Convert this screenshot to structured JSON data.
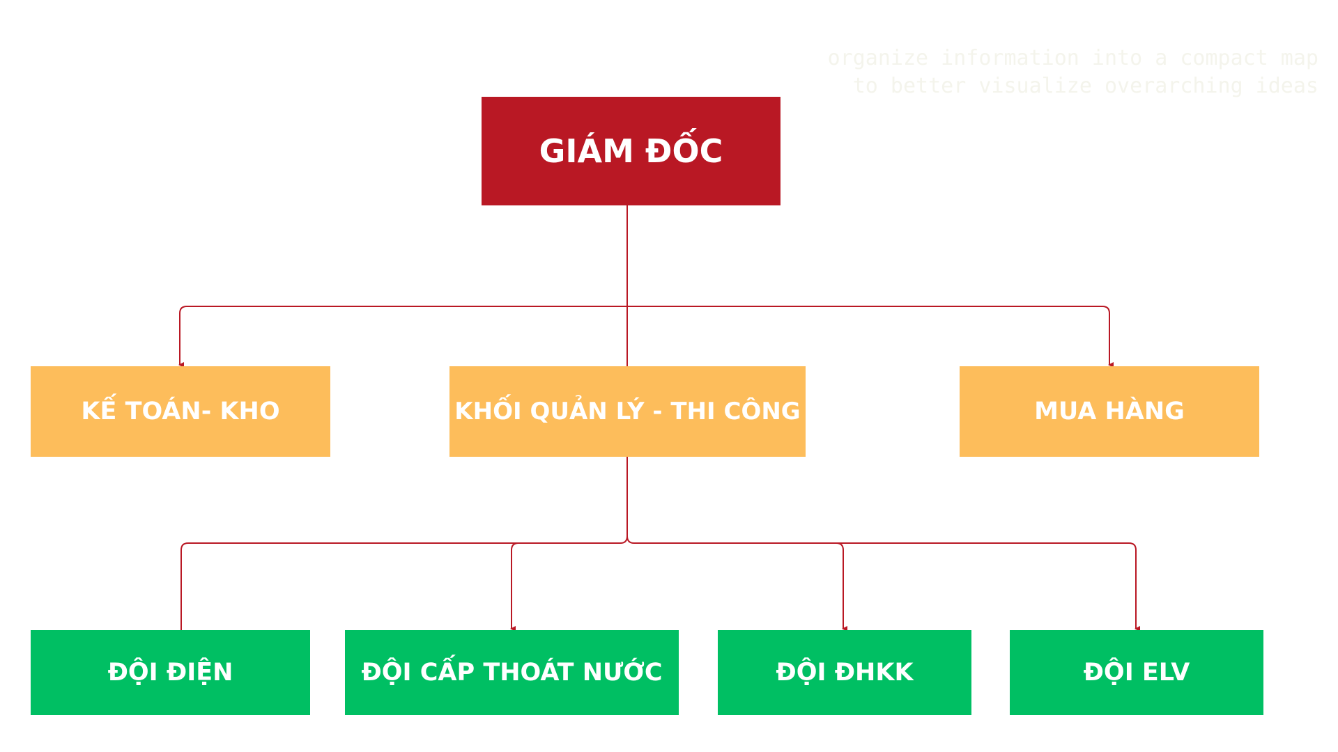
{
  "colors": {
    "director": "#b91824",
    "department": "#fdbd5b",
    "team": "#00bf63",
    "connector": "#b91824",
    "faint_text": "#f4f4ec"
  },
  "faint_note": {
    "line1": "organize information into a compact map",
    "line2": "to better visualize overarching ideas"
  },
  "director": {
    "label": "GIÁM ĐỐC"
  },
  "departments": [
    {
      "label": "KẾ TOÁN- KHO"
    },
    {
      "label": "KHỐI QUẢN LÝ - THI CÔNG"
    },
    {
      "label": "MUA HÀNG"
    }
  ],
  "teams": [
    {
      "label": "ĐỘI ĐIỆN"
    },
    {
      "label": "ĐỘI CẤP THOÁT NƯỚC"
    },
    {
      "label": "ĐỘI ĐHKK"
    },
    {
      "label": "ĐỘI ELV"
    }
  ]
}
